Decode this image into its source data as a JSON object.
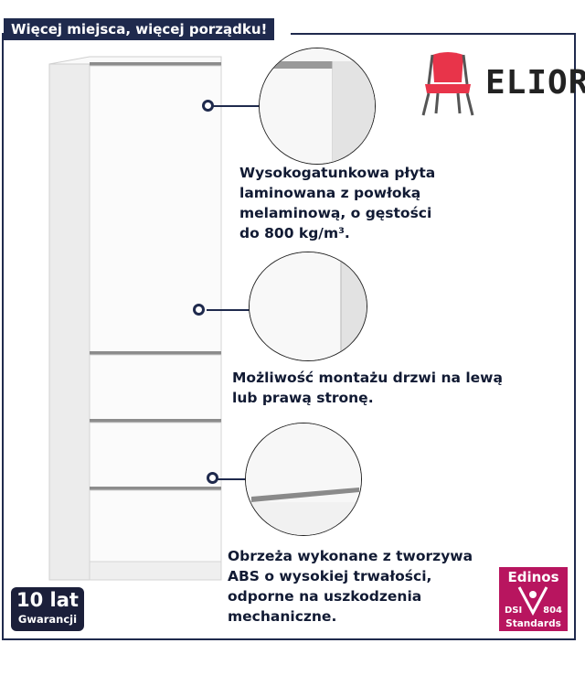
{
  "banner": {
    "text": "Więcej miejsca, więcej porządku!"
  },
  "brand": {
    "name": "ELIOR",
    "chair_color": "#e8344a"
  },
  "features": [
    {
      "text": "Wysokogatunkowa płyta\nlaminowana z powłoką\nmelaminową, o gęstości\ndo 800 kg/m³."
    },
    {
      "text": "Możliwość montażu drzwi na lewą\nlub prawą stronę."
    },
    {
      "text": "Obrzeża wykonane z tworzywa\nABS o wysokiej trwałości,\nodporne na uszkodzenia\nmechaniczne."
    }
  ],
  "warranty": {
    "line1": "10 lat",
    "line2": "Gwarancji"
  },
  "certificate": {
    "title": "Edinos",
    "code_left": "DSI",
    "code_right": "804",
    "subtitle": "Standards"
  },
  "colors": {
    "navy": "#1f2a4d",
    "magenta": "#b8155f",
    "cabinet": "#f4f4f4"
  }
}
